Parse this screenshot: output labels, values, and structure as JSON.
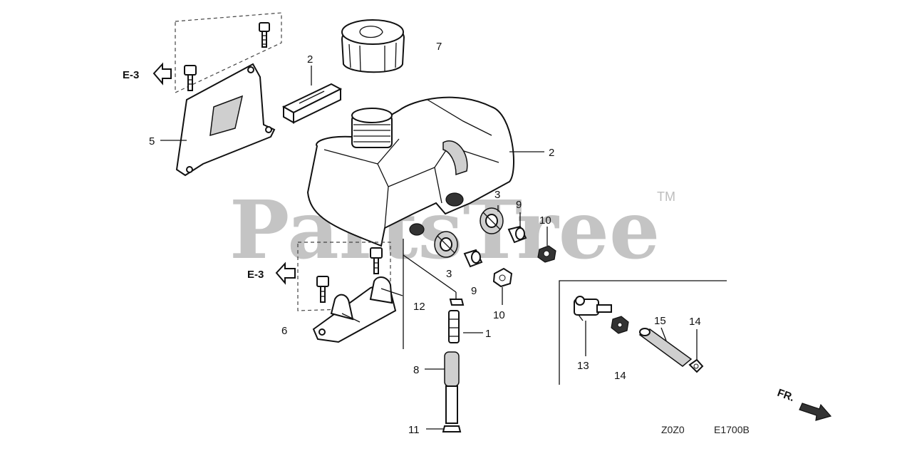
{
  "labels": {
    "p1": "1",
    "p2_tank": "2",
    "p2_pad": "2",
    "p3_upper": "3",
    "p3_lower": "3",
    "p5": "5",
    "p6": "6",
    "p7": "7",
    "p8": "8",
    "p9_upper": "9",
    "p9_lower": "9",
    "p10_upper": "10",
    "p10_lower": "10",
    "p11": "11",
    "p12": "12",
    "p13": "13",
    "p14_clip": "14",
    "p14_kit": "14",
    "p15": "15"
  },
  "refs": {
    "e3_upper": "E-3",
    "e3_lower": "E-3"
  },
  "direction": {
    "front": "FR."
  },
  "watermark": {
    "brand": "PartsTree",
    "trademark": "TM"
  },
  "codes": {
    "figure": "Z0Z0",
    "diagram": "E1700B"
  }
}
